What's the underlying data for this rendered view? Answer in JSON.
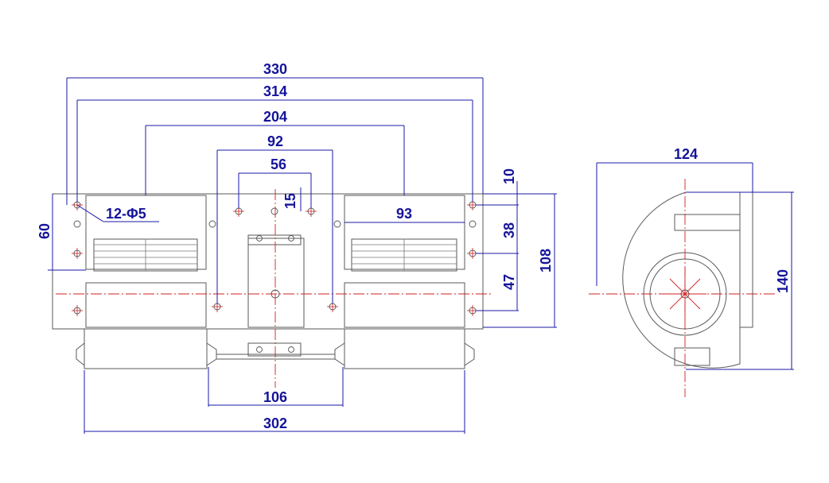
{
  "front_view": {
    "dims": {
      "overall_width": "330",
      "outer_hole_span": "314",
      "middle_hole_span": "204",
      "inner_hole_span": "92",
      "motor_bracket_holes": "56",
      "bracket_offset": "15",
      "outlet_width": "93",
      "hole_note": "12-Φ5",
      "left_height": "60",
      "top_offset": "10",
      "hole_pitch": "38",
      "lower_offset": "47",
      "overall_height": "108",
      "foot_span": "106",
      "housing_width": "302"
    }
  },
  "side_view": {
    "dims": {
      "depth": "124",
      "height": "140"
    }
  }
}
